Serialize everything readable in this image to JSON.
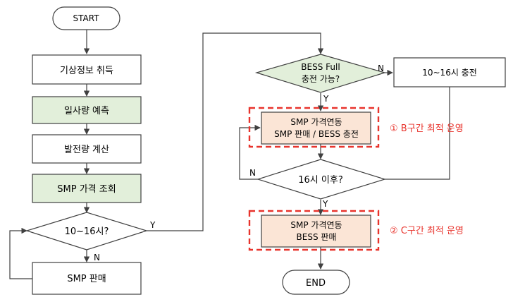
{
  "nodes": {
    "start": "START",
    "weather": "기상정보 취득",
    "insolation": "일사량 예측",
    "generation": "발전량 계산",
    "smp_query": "SMP 가격 조회",
    "time_check": "10~16시?",
    "smp_sell": "SMP 판매",
    "bess_check_l1": "BESS Full",
    "bess_check_l2": "충전 가능?",
    "charge": "10~16시 충전",
    "b_box_l1": "SMP 가격연동",
    "b_box_l2": "SMP 판매 / BESS 충전",
    "after16": "16시 이후?",
    "c_box_l1": "SMP 가격연동",
    "c_box_l2": "BESS 판매",
    "end": "END"
  },
  "branch_labels": {
    "time_yes": "Y",
    "time_no": "N",
    "bess_yes": "Y",
    "bess_no": "N",
    "after16_yes": "Y",
    "after16_no": "N"
  },
  "annotations": {
    "b_section": "① B구간 최적 운영",
    "c_section": "② C구간 최적 운영"
  },
  "colors": {
    "line": "#404040",
    "green_fill": "#e2efda",
    "orange_fill": "#fbe5d6",
    "diamond_fill": "#e2efda",
    "accent_red": "#e8332c"
  }
}
